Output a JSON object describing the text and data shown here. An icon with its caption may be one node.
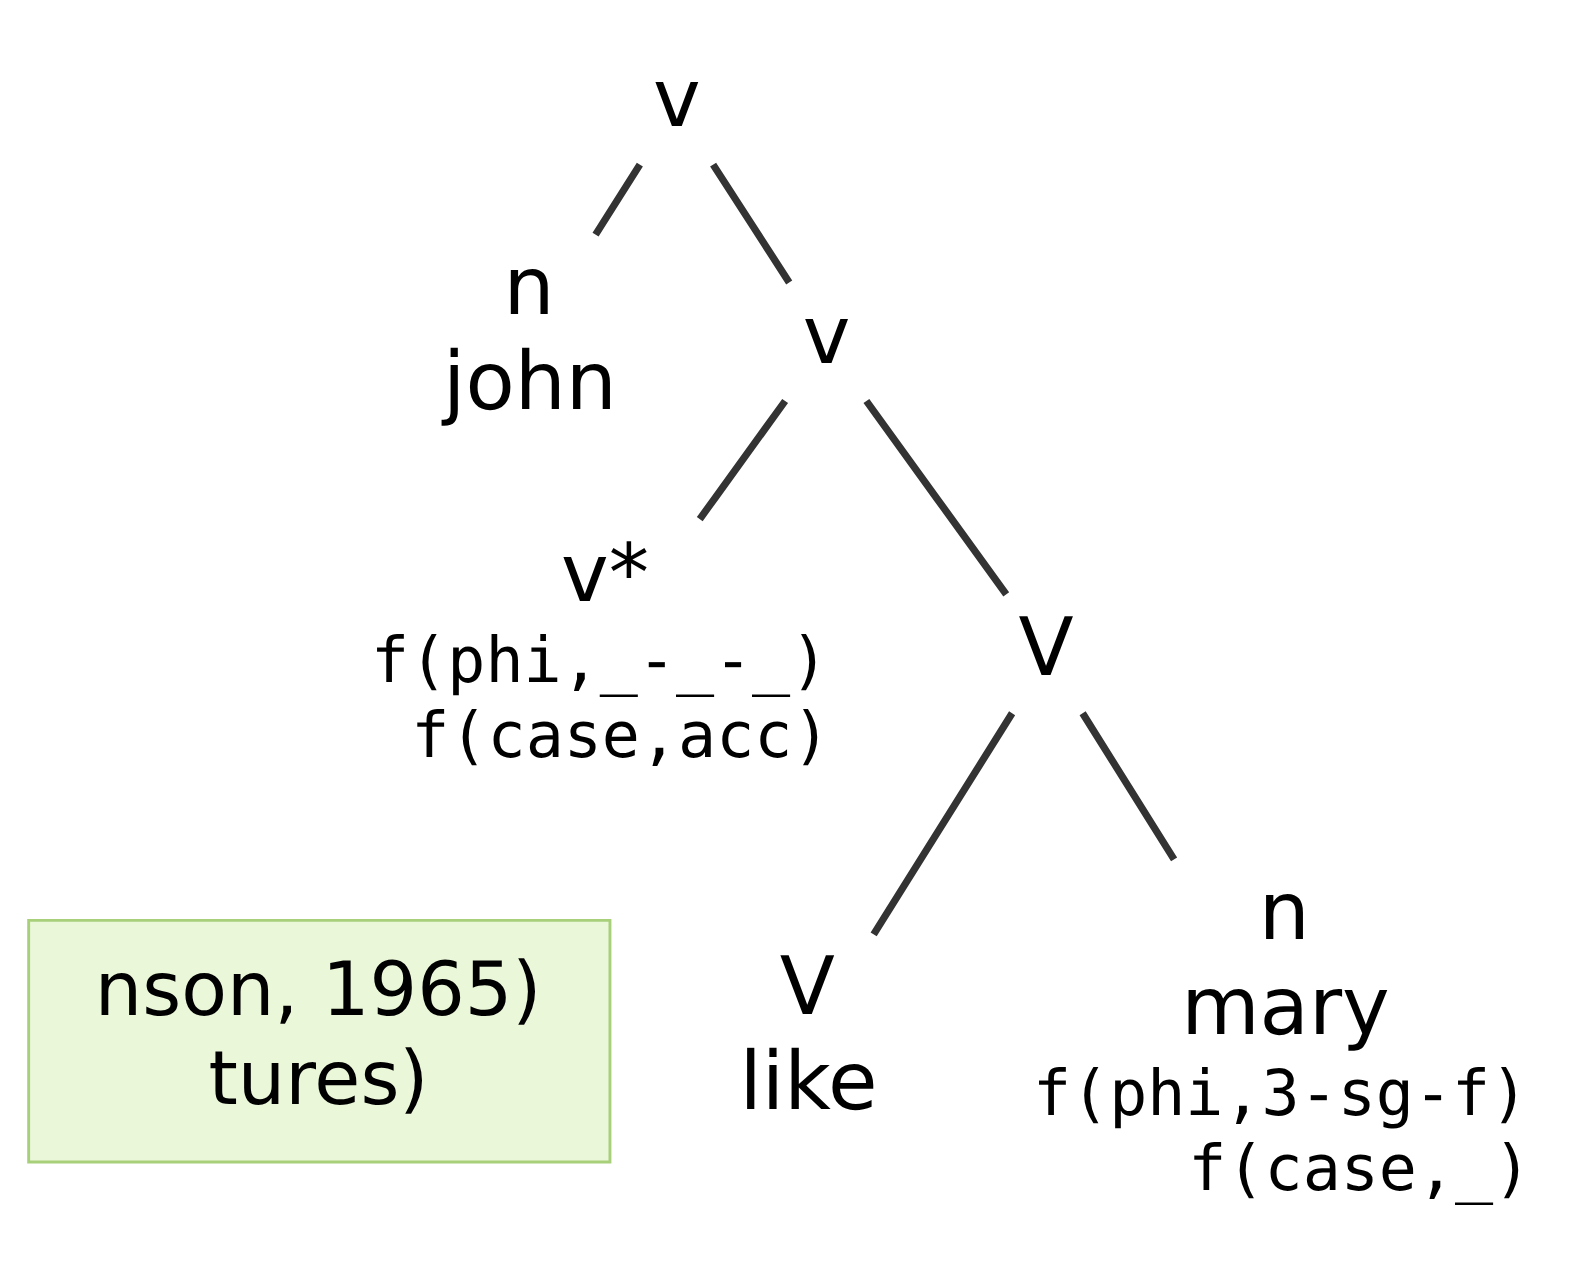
{
  "diagram": {
    "nodes": [
      {
        "text": [
          "v"
        ]
      },
      {
        "text": [
          "n",
          "john"
        ]
      },
      {
        "text": [
          "v"
        ]
      },
      {
        "text": [
          "v*"
        ],
        "beside": [
          "f(phi,_-_-_)",
          "f(case,acc)"
        ]
      },
      {
        "text": [
          "V"
        ]
      },
      {
        "text": [
          "V",
          "like"
        ]
      },
      {
        "text": [
          "n",
          "mary"
        ],
        "beside": [
          "f(phi,3-sg-f)",
          "f(case,_)"
        ]
      },
      {
        "text": [
          "nson, 1965)",
          "tures)"
        ]
      }
    ],
    "edges": [
      {
        "from": 0,
        "to": 1,
        "arrow": "none"
      },
      {
        "from": 0,
        "to": 2,
        "arrow": "none"
      },
      {
        "from": 2,
        "to": 3,
        "arrow": "none"
      },
      {
        "from": 2,
        "to": 4,
        "arrow": "none"
      },
      {
        "from": 4,
        "to": 5,
        "arrow": "none"
      },
      {
        "from": 4,
        "to": 6,
        "arrow": "none"
      }
    ]
  }
}
